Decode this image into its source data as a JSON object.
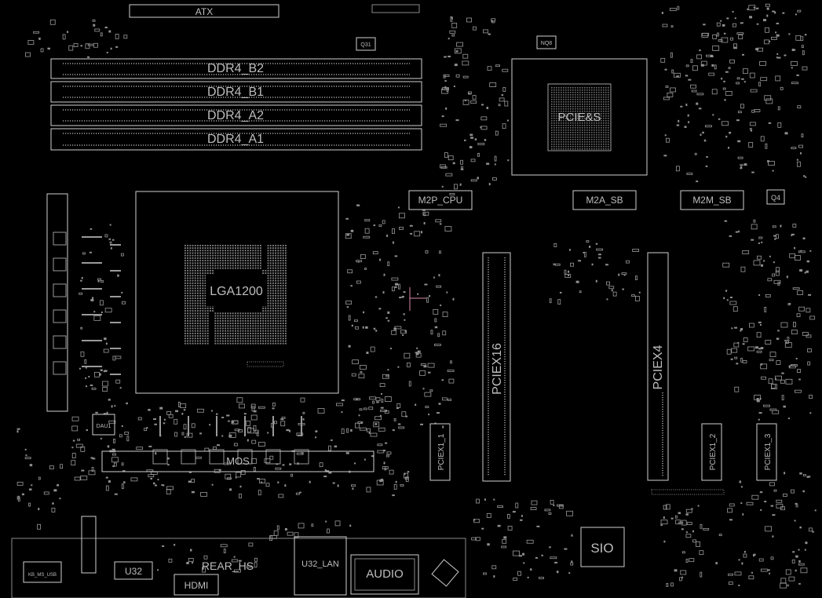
{
  "colors": {
    "background": "#000000",
    "outline": "#cfcfcf",
    "pads": "#8a8a8a",
    "label": "#bdbdbd",
    "cursor": "#d98aa8"
  },
  "labels": {
    "atx": "ATX",
    "ddr_b2": "DDR4_B2",
    "ddr_b1": "DDR4_B1",
    "ddr_a2": "DDR4_A2",
    "ddr_a1": "DDR4_A1",
    "cpu": "LGA1200",
    "pch": "PCIE&S",
    "m2p_cpu": "M2P_CPU",
    "m2a_sb": "M2A_SB",
    "m2m_sb": "M2M_SB",
    "pciex16": "PCIEX16",
    "pciex4": "PCIEX4",
    "pciex1_1": "PCIEX1_1",
    "pciex1_2": "PCIEX1_2",
    "pciex1_3": "PCIEX1_3",
    "sio": "SIO",
    "audio": "AUDIO",
    "hdmi": "HDMI",
    "u32_lan": "U32_LAN",
    "u32": "U32",
    "rear_hs": "REAR_HS",
    "kb_ms_usb": "KB_MS_USB",
    "q4": "Q4",
    "q31": "Q31",
    "nq8": "NQ8",
    "dau1": "DAU1",
    "mos": "MOS"
  }
}
